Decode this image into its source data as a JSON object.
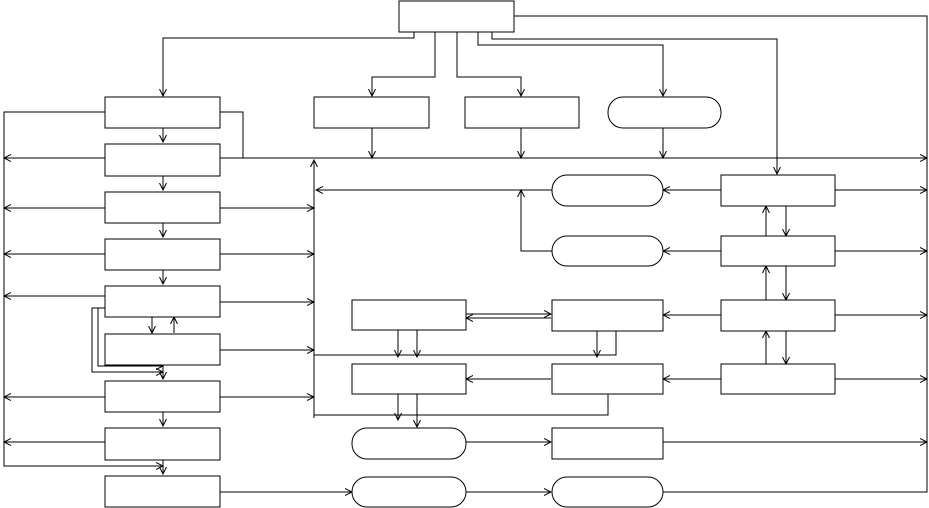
{
  "diagram": {
    "nodes": [
      {
        "id": "top",
        "shape": "rect",
        "label": ""
      },
      {
        "id": "l1",
        "shape": "rect",
        "label": ""
      },
      {
        "id": "l2",
        "shape": "rect",
        "label": ""
      },
      {
        "id": "l3",
        "shape": "rect",
        "label": ""
      },
      {
        "id": "l4",
        "shape": "rect",
        "label": ""
      },
      {
        "id": "l5",
        "shape": "rect",
        "label": ""
      },
      {
        "id": "l6",
        "shape": "rect",
        "label": ""
      },
      {
        "id": "l7",
        "shape": "rect",
        "label": ""
      },
      {
        "id": "l8",
        "shape": "rect",
        "label": ""
      },
      {
        "id": "l9",
        "shape": "rect",
        "label": ""
      },
      {
        "id": "m1",
        "shape": "rect",
        "label": ""
      },
      {
        "id": "m2",
        "shape": "rect",
        "label": ""
      },
      {
        "id": "m3",
        "shape": "rounded",
        "label": ""
      },
      {
        "id": "r1",
        "shape": "rect",
        "label": ""
      },
      {
        "id": "r2",
        "shape": "rect",
        "label": ""
      },
      {
        "id": "r3",
        "shape": "rect",
        "label": ""
      },
      {
        "id": "r4",
        "shape": "rect",
        "label": ""
      },
      {
        "id": "c1",
        "shape": "rounded",
        "label": ""
      },
      {
        "id": "c2",
        "shape": "rounded",
        "label": ""
      },
      {
        "id": "c3",
        "shape": "rect",
        "label": ""
      },
      {
        "id": "c4",
        "shape": "rect",
        "label": ""
      },
      {
        "id": "c5",
        "shape": "rect",
        "label": ""
      },
      {
        "id": "c6",
        "shape": "rounded",
        "label": ""
      },
      {
        "id": "d1",
        "shape": "rect",
        "label": ""
      },
      {
        "id": "d2",
        "shape": "rect",
        "label": ""
      },
      {
        "id": "d3",
        "shape": "rounded",
        "label": ""
      },
      {
        "id": "d4",
        "shape": "rounded",
        "label": ""
      }
    ]
  }
}
